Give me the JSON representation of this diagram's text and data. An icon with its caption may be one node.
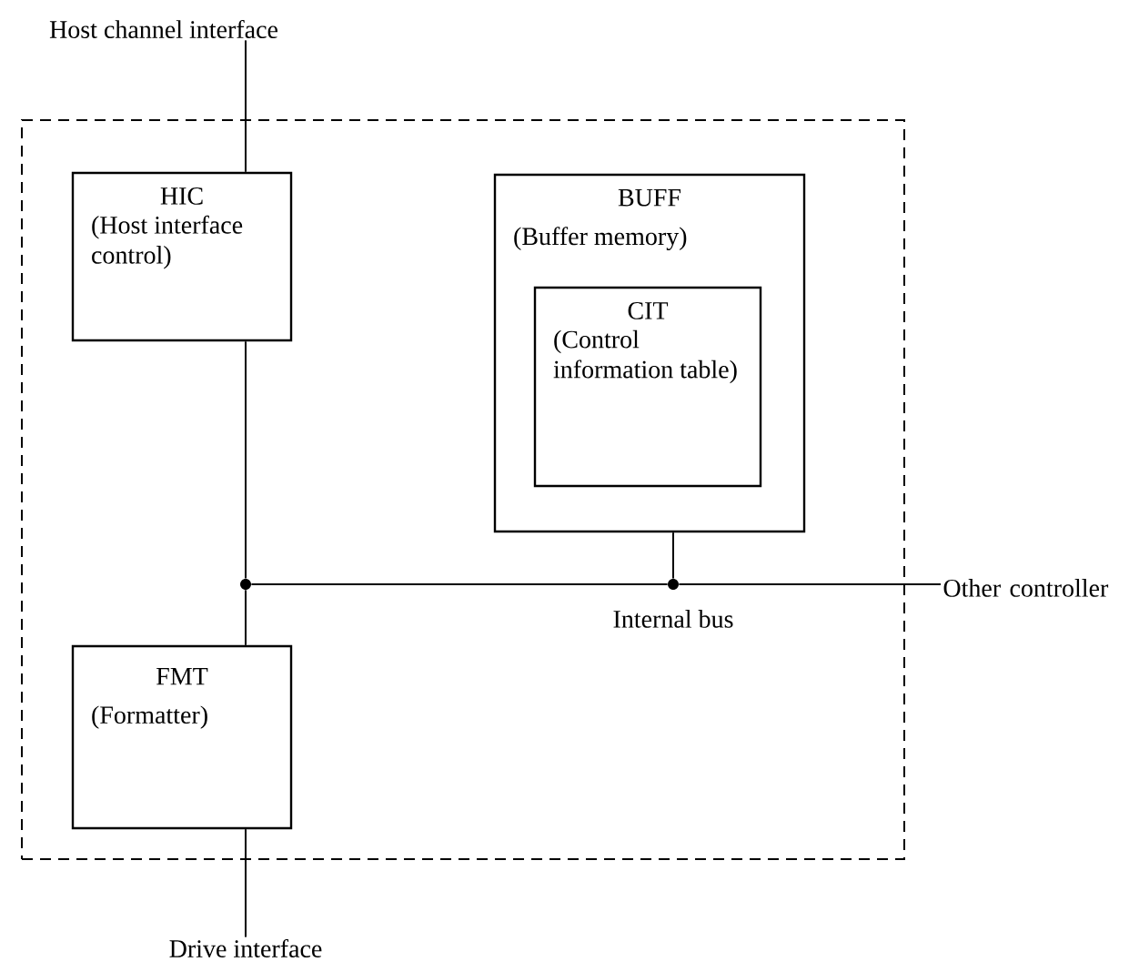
{
  "diagram": {
    "nodes": [
      {
        "text": [],
        "shape": "box"
      },
      {
        "text": [
          "Host channel interface"
        ]
      },
      {
        "text": [
          "HIC",
          "(Host interface control)"
        ],
        "in": 0
      },
      {
        "text": [
          "BUFF",
          "(Buffer memory)"
        ],
        "in": 0
      },
      {
        "text": [
          "CIT",
          "(Control information table)"
        ],
        "in": 3
      },
      {
        "text": [
          "FMT",
          "(Formatter)"
        ],
        "in": 0
      },
      {
        "text": [],
        "shape": "circle",
        "in": 0
      },
      {
        "text": [],
        "shape": "circle",
        "in": 0
      },
      {
        "text": [
          "Other controller"
        ]
      },
      {
        "text": [
          "Drive interface"
        ]
      }
    ],
    "edges": [
      {
        "from": 1,
        "to": 2,
        "arrow": "none"
      },
      {
        "from": 2,
        "to": 6,
        "arrow": "none"
      },
      {
        "from": 6,
        "to": 5,
        "arrow": "none"
      },
      {
        "from": 6,
        "to": 7,
        "arrow": "none"
      },
      {
        "from": 3,
        "to": 7,
        "arrow": "none"
      },
      {
        "from": 7,
        "to": 8,
        "arrow": "none"
      },
      {
        "from": 5,
        "to": 9,
        "arrow": "none"
      }
    ],
    "labels": [
      "Internal bus"
    ]
  }
}
